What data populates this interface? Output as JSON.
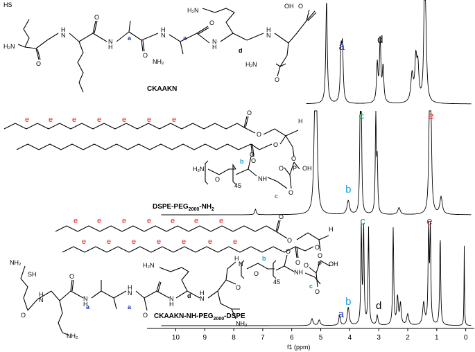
{
  "chart_data": {
    "type": "line",
    "title": "",
    "xlabel": "f1 (ppm)",
    "ylabel": "",
    "xlim": [
      10.8,
      -0.2
    ],
    "x_reversed": true,
    "x_ticks": [
      "10",
      "9",
      "8",
      "7",
      "6",
      "5",
      "4",
      "3",
      "2",
      "1",
      "0"
    ],
    "series": [
      {
        "name": "CKAAKN",
        "peaks": [
          {
            "label": "a",
            "ppm": 4.28,
            "color": "#1a2fb8"
          },
          {
            "label": "d",
            "ppm": 2.95,
            "color": "#000000"
          }
        ]
      },
      {
        "name": "DSPE-PEG2000-NH2",
        "peaks": [
          {
            "label": "b",
            "ppm": 4.05,
            "color": "#18a0d8"
          },
          {
            "label": "c",
            "ppm": 3.6,
            "color": "#19a04a"
          },
          {
            "label": "e",
            "ppm": 1.2,
            "color": "#e32222"
          }
        ]
      },
      {
        "name": "CKAAKN-NH-PEG2000-DSPE",
        "peaks": [
          {
            "label": "a",
            "ppm": 4.3,
            "color": "#1a2fb8"
          },
          {
            "label": "b",
            "ppm": 4.05,
            "color": "#18a0d8"
          },
          {
            "label": "d",
            "ppm": 3.0,
            "color": "#000000"
          },
          {
            "label": "c",
            "ppm": 3.55,
            "color": "#19a04a"
          },
          {
            "label": "e",
            "ppm": 1.25,
            "color": "#e32222"
          }
        ]
      }
    ],
    "grid": false
  },
  "structures": {
    "ckaakn": {
      "label": "CKAAKN",
      "atoms": [
        "SH",
        "H₂N",
        "NH₂",
        "H",
        "N",
        "O",
        "OH",
        "H₂N",
        "NH₂",
        "H",
        "N",
        "O",
        "H",
        "N",
        "O"
      ],
      "atom_labels": {
        "hs": "HS",
        "h2n": "H₂N",
        "n": "N",
        "h": "H",
        "o": "O",
        "oh": "OH",
        "nh2": "NH₂"
      }
    },
    "dspe": {
      "label_main": "DSPE-PEG",
      "label_sub": "2000",
      "label_tail": "-NH",
      "label_sub2": "2",
      "peg_n": "45",
      "atom_labels": {
        "h2n": "H₂N",
        "o": "O",
        "p": "P",
        "oh": "OH",
        "nh": "NH",
        "h": "H"
      }
    },
    "conjugate": {
      "label_main": "CKAAKN-NH-PEG",
      "label_sub": "2000",
      "label_tail": "-DSPE",
      "peg_n": "45",
      "atom_labels": {
        "nh2": "NH₂",
        "sh": "SH",
        "h": "H",
        "n": "N",
        "o": "O",
        "p": "P",
        "oh": "OH",
        "nh": "NH",
        "h2n": "H₂N"
      }
    },
    "letters": {
      "a": "a",
      "b": "b",
      "c": "c",
      "d": "d",
      "e": "e"
    }
  }
}
